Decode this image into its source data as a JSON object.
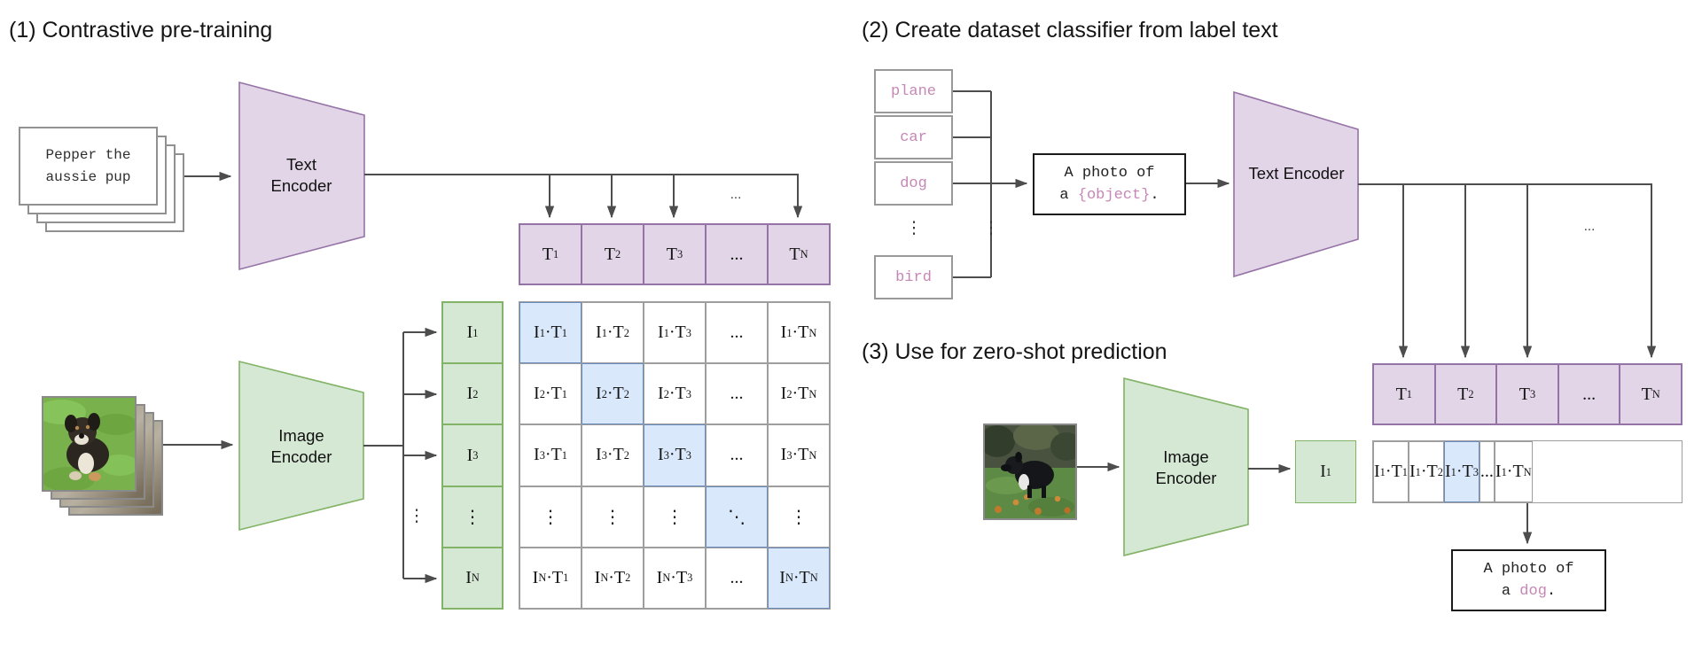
{
  "colors": {
    "purple_fill": "#e1d5e7",
    "purple_stroke": "#9673a6",
    "green_fill": "#d5e8d4",
    "green_stroke": "#82b366",
    "blue_fill": "#dae8fc",
    "blue_stroke": "#6c8ebf",
    "line": "#4d4d4d",
    "pink": "#c687b5",
    "gray_border": "#999999",
    "cell_border": "#9e9e9e",
    "text": "#1a1a1a"
  },
  "section1": {
    "title": "(1) Contrastive pre-training",
    "text_input": {
      "line1": "Pepper the",
      "line2": "aussie pup"
    },
    "text_encoder_label": "Text Encoder",
    "image_encoder_label": "Image Encoder",
    "t_row": [
      "T_1",
      "T_2",
      "T_3",
      "...",
      "T_N"
    ],
    "i_column": [
      "I_1",
      "I_2",
      "I_3",
      "⋮",
      "I_N"
    ],
    "matrix": [
      [
        "I_1·T_1",
        "I_1·T_2",
        "I_1·T_3",
        "...",
        "I_1·T_N"
      ],
      [
        "I_2·T_1",
        "I_2·T_2",
        "I_2·T_3",
        "...",
        "I_2·T_N"
      ],
      [
        "I_3·T_1",
        "I_3·T_2",
        "I_3·T_3",
        "...",
        "I_3·T_N"
      ],
      [
        "⋮",
        "⋮",
        "⋮",
        "⋱",
        "⋮"
      ],
      [
        "I_N·T_1",
        "I_N·T_2",
        "I_N·T_3",
        "...",
        "I_N·T_N"
      ]
    ],
    "row_dots": "...",
    "branch_dots": "⋮"
  },
  "section2": {
    "title": "(2) Create dataset classifier from label text",
    "labels": [
      "plane",
      "car",
      "dog",
      "bird"
    ],
    "label_dots": "⋮",
    "bus_dots": "⋮",
    "prompt": {
      "line1": "A photo of",
      "line2_prefix": "a ",
      "line2_object": "{object}",
      "line2_suffix": "."
    },
    "text_encoder_label": "Text Encoder",
    "t_row": [
      "T_1",
      "T_2",
      "T_3",
      "...",
      "T_N"
    ],
    "row_dots": "..."
  },
  "section3": {
    "title": "(3) Use for zero-shot prediction",
    "image_encoder_label": "Image Encoder",
    "i_box": "I_1",
    "score_row": [
      "I_1·T_1",
      "I_1·T_2",
      "I_1·T_3",
      "...",
      "I_1·T_N"
    ],
    "highlight_index": 2,
    "result": {
      "line1": "A photo of",
      "line2_prefix": "a ",
      "line2_object": "dog",
      "line2_suffix": "."
    }
  }
}
